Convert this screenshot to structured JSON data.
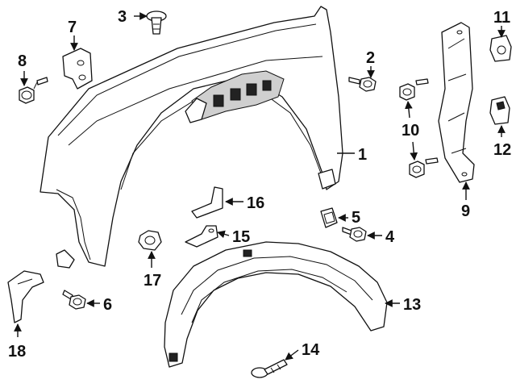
{
  "callouts": [
    {
      "id": "1",
      "text": "1"
    },
    {
      "id": "2",
      "text": "2"
    },
    {
      "id": "3",
      "text": "3"
    },
    {
      "id": "4",
      "text": "4"
    },
    {
      "id": "5",
      "text": "5"
    },
    {
      "id": "6",
      "text": "6"
    },
    {
      "id": "7",
      "text": "7"
    },
    {
      "id": "8",
      "text": "8"
    },
    {
      "id": "9",
      "text": "9"
    },
    {
      "id": "10",
      "text": "10"
    },
    {
      "id": "11",
      "text": "11"
    },
    {
      "id": "12",
      "text": "12"
    },
    {
      "id": "13",
      "text": "13"
    },
    {
      "id": "14",
      "text": "14"
    },
    {
      "id": "15",
      "text": "15"
    },
    {
      "id": "16",
      "text": "16"
    },
    {
      "id": "17",
      "text": "17"
    },
    {
      "id": "18",
      "text": "18"
    }
  ]
}
